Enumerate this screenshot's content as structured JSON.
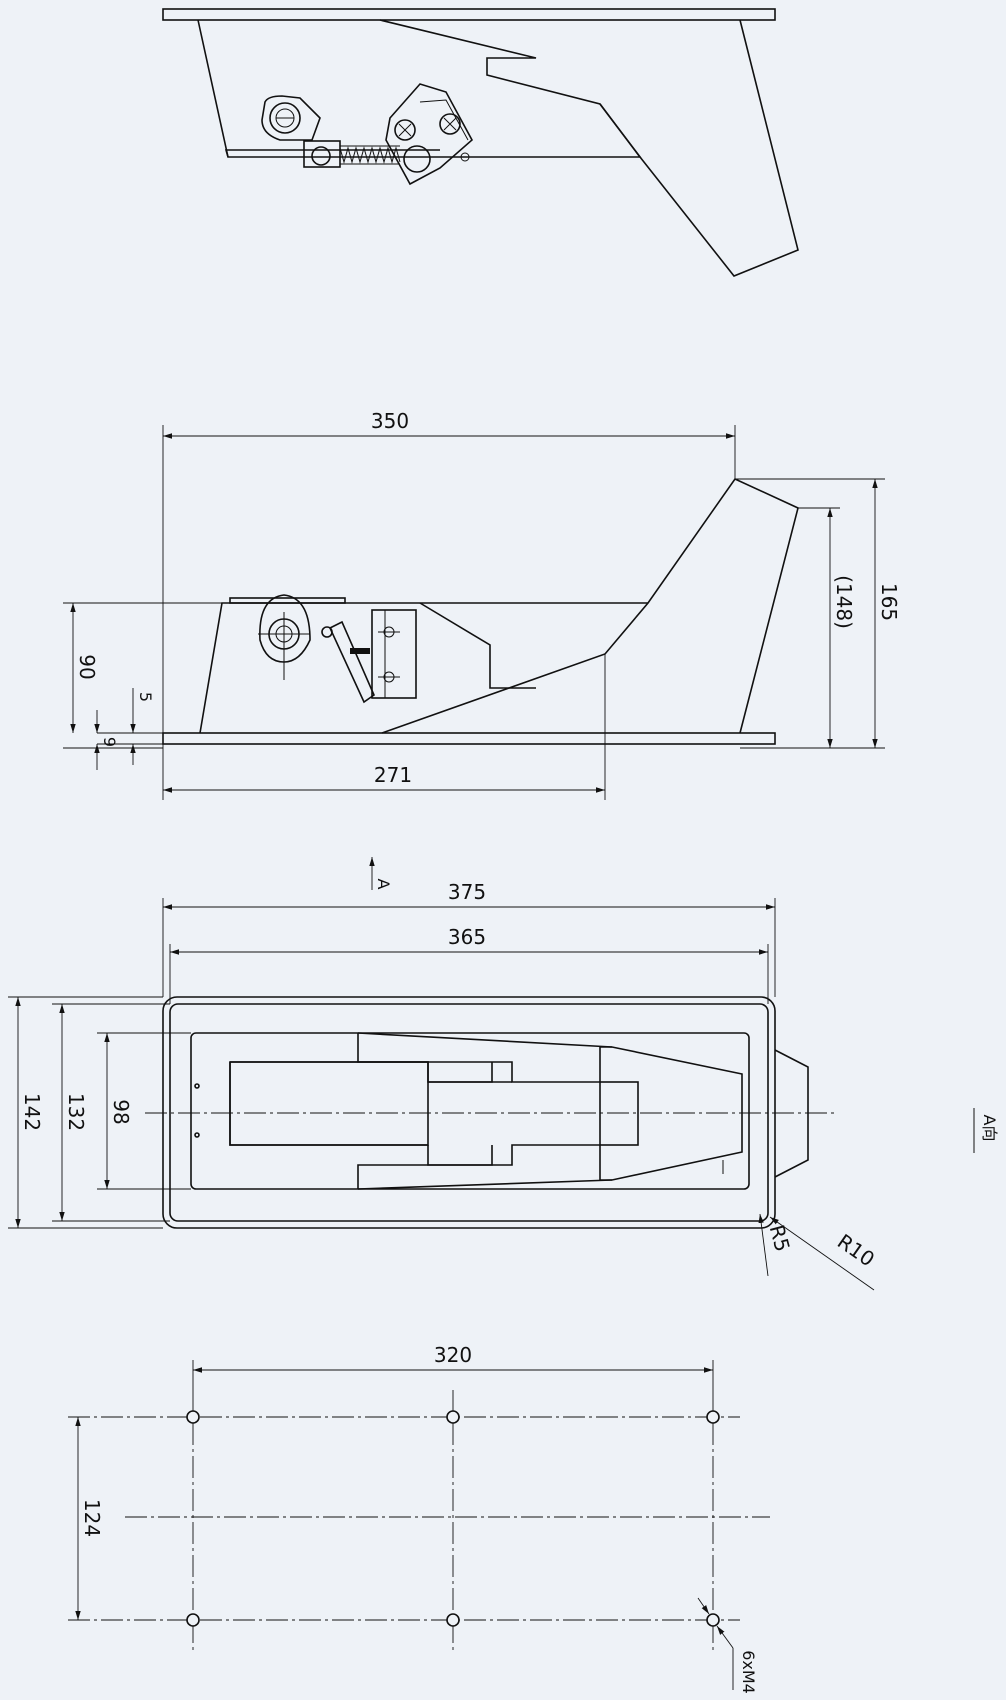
{
  "drawing": {
    "side_view": {
      "dims": {
        "overall_length": "350",
        "height_total": "165",
        "height_ref": "(148)",
        "body_height": "90",
        "step_5": "5",
        "plate_thickness": "9",
        "base_length": "271"
      }
    },
    "plan_view": {
      "view_marker": "A",
      "view_label": "A向",
      "dims": {
        "outer_length": "375",
        "inner_length": "365",
        "outer_width": "142",
        "inner_width": "132",
        "cavity_width": "98",
        "radius_small": "R5",
        "radius_large": "R10"
      }
    },
    "hole_pattern": {
      "dims": {
        "hole_span": "320",
        "row_spacing": "124",
        "hole_spec": "6xM4"
      }
    }
  }
}
